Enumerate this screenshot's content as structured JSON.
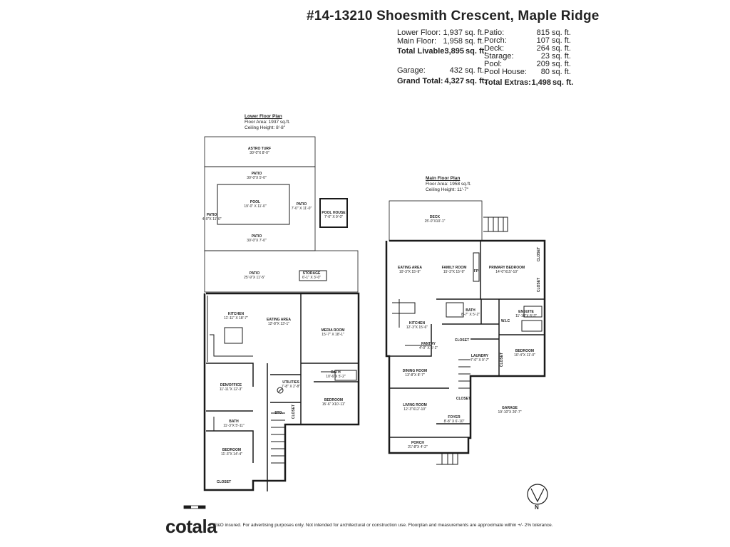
{
  "title": "#14-13210 Shoesmith Crescent, Maple Ridge",
  "summary_left": [
    {
      "label": "Lower Floor:",
      "value": "1,937",
      "unit": "sq. ft."
    },
    {
      "label": "Main Floor:",
      "value": "1,958",
      "unit": "sq. ft."
    },
    {
      "label": "Total Livable:",
      "value": "3,895",
      "unit": "sq. ft."
    },
    {
      "label": "Garage:",
      "value": "432",
      "unit": "sq. ft."
    },
    {
      "label": "Grand Total:",
      "value": "4,327",
      "unit": "sq. ft."
    }
  ],
  "summary_right": [
    {
      "label": "Patio:",
      "value": "815",
      "unit": "sq. ft."
    },
    {
      "label": "Porch:",
      "value": "107",
      "unit": "sq. ft."
    },
    {
      "label": "Deck:",
      "value": "264",
      "unit": "sq. ft."
    },
    {
      "label": "Starage:",
      "value": "23",
      "unit": "sq. ft."
    },
    {
      "label": "Pool:",
      "value": "209",
      "unit": "sq. ft."
    },
    {
      "label": "Pool House:",
      "value": "80",
      "unit": "sq. ft."
    },
    {
      "label": "Total Extras:",
      "value": "1,498",
      "unit": "sq. ft."
    }
  ],
  "lower_plan": {
    "heading": "Lower Floor Plan",
    "area": "Floor Area: 1937 sq.ft.",
    "ceiling": "Ceiling Height: 8'-8\"",
    "rooms": [
      {
        "name": "ASTRO TURF",
        "dim": "30'-0\"X 8'-0\""
      },
      {
        "name": "PATIO",
        "dim": "30'-0\"X 5'-0\""
      },
      {
        "name": "POOL",
        "dim": "19'-0\" X 11'-0\""
      },
      {
        "name": "PATIO",
        "dim": "4'-0\"X 11'-0\""
      },
      {
        "name": "PATIO",
        "dim": "7'-0\" X 11'-0\""
      },
      {
        "name": "POOL HOUSE",
        "dim": "7'-0\" X 9'-0\""
      },
      {
        "name": "PATIO",
        "dim": "30'-0\"X 7'-0\""
      },
      {
        "name": "PATIO",
        "dim": "25'-9\"X 11'-5\""
      },
      {
        "name": "STORAGE",
        "dim": "6'-1\" X 3'-0\""
      },
      {
        "name": "KITCHEN",
        "dim": "11'-11\" X 18'-7\""
      },
      {
        "name": "EATING AREA",
        "dim": "12'-8\"X 13'-1\""
      },
      {
        "name": "MEDIA ROOM",
        "dim": "15'-7\" X 18'-1\""
      },
      {
        "name": "BATH",
        "dim": "10'-6\"X 5'-2\""
      },
      {
        "name": "DEN/OFFICE",
        "dim": "11'-11\"X 12'-3\""
      },
      {
        "name": "UTILITIES",
        "dim": "7'-8\" X 2'-8\""
      },
      {
        "name": "BEDROOM",
        "dim": "15'-6\" X10'-11\""
      },
      {
        "name": "BATH",
        "dim": "11'-3\"X 5'-11\""
      },
      {
        "name": "BEDROOM",
        "dim": "11'-3\"X 14'-4\""
      }
    ],
    "small_labels": [
      "CLOSET",
      "STO.",
      "CLOSET"
    ]
  },
  "main_plan": {
    "heading": "Main Floor Plan",
    "area": "Floor Area: 1958 sq.ft.",
    "ceiling": "Ceiling Height: 11'-7\"",
    "rooms": [
      {
        "name": "DECK",
        "dim": "25'-0\"X10'-1\""
      },
      {
        "name": "EATING AREA",
        "dim": "10'-3\"X 15'-9\""
      },
      {
        "name": "FAMILY ROOM",
        "dim": "15'-3\"X 15'-9\""
      },
      {
        "name": "PRIMARY BEDROOM",
        "dim": "14'-0\"X15'-10\""
      },
      {
        "name": "BATH",
        "dim": "8'-7\" X 5'-2\""
      },
      {
        "name": "ENSUITE",
        "dim": "11'-10\"X 8'-3\""
      },
      {
        "name": "KITCHEN",
        "dim": "12'-3\"X 15'-6\""
      },
      {
        "name": "PANTRY",
        "dim": "4'-0\" X 5'-1\""
      },
      {
        "name": "LAUNDRY",
        "dim": "7'-0\" X 9'-7\""
      },
      {
        "name": "BEDROOM",
        "dim": "10'-4\"X 11'-0\""
      },
      {
        "name": "DINING ROOM",
        "dim": "13'-8\"X 8'-7\""
      },
      {
        "name": "LIVING ROOM",
        "dim": "12'-3\"X12'-10\""
      },
      {
        "name": "FOYER",
        "dim": "8'-8\" X 6'-10\""
      },
      {
        "name": "GARAGE",
        "dim": "19'-10\"X 20'-7\""
      },
      {
        "name": "PORCH",
        "dim": "21'-8\"X 4'-2\""
      }
    ],
    "small_labels": [
      "CLOSET",
      "CLOSET",
      "CLOSET",
      "CLOSET",
      "CLOSET",
      "W.I.C",
      "FP"
    ]
  },
  "compass": {
    "letter": "N"
  },
  "brand": "cotala",
  "disclaimer": "E&O insured. For advertising purposes only. Not intended for architectural or construction use. Floorplan and measurements are approximate within +/- 2% tolerance."
}
